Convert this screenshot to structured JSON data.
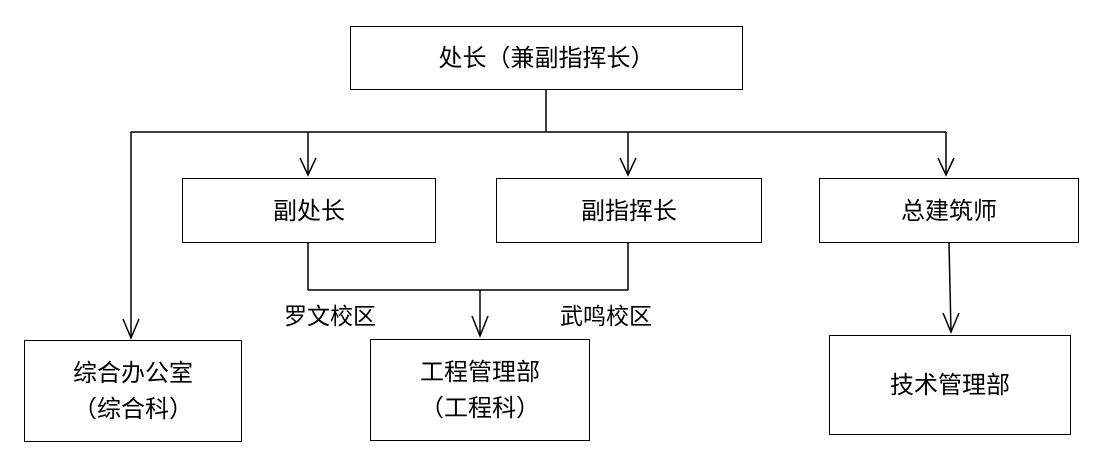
{
  "org_chart": {
    "head": "处长（兼副指挥长）",
    "deputy_director": "副处长",
    "deputy_commander": "副指挥长",
    "chief_architect": "总建筑师",
    "general_office": {
      "line1": "综合办公室",
      "line2": "（综合科）"
    },
    "engineering_dept": {
      "line1": "工程管理部",
      "line2": "（工程科）"
    },
    "tech_dept": "技术管理部",
    "campus_luowen": "罗文校区",
    "campus_wuming": "武鸣校区"
  }
}
